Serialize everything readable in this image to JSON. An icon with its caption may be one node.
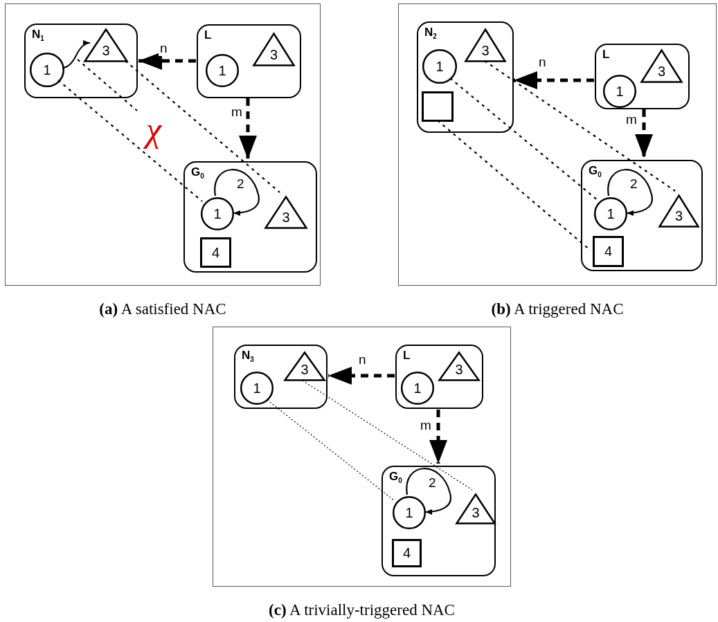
{
  "diagram": {
    "nodes": [
      {
        "text": [
          "**(a)** A satisfied NAC"
        ]
      },
      {
        "text": [
          "N$_{1}$"
        ],
        "in": 0
      },
      {
        "text": [
          "1"
        ],
        "in": 1
      },
      {
        "text": [
          "3"
        ],
        "in": 1
      },
      {
        "text": [
          "L"
        ],
        "in": 0
      },
      {
        "text": [
          "1"
        ],
        "in": 4
      },
      {
        "text": [
          "3"
        ],
        "in": 4
      },
      {
        "text": [
          "G$_{0}$"
        ],
        "in": 0
      },
      {
        "text": [
          "1"
        ],
        "in": 7
      },
      {
        "text": [
          "3"
        ],
        "in": 7
      },
      {
        "text": [
          "4"
        ],
        "in": 7
      },
      {
        "text": [
          "χ"
        ],
        "in": 0
      },
      {
        "text": [
          "**(b)** A triggered NAC"
        ]
      },
      {
        "text": [
          "N$_{2}$"
        ],
        "in": 12
      },
      {
        "text": [
          "1"
        ],
        "in": 13
      },
      {
        "text": [
          "3"
        ],
        "in": 13
      },
      {
        "text": [],
        "shape": "box",
        "in": 13
      },
      {
        "text": [
          "L"
        ],
        "in": 12
      },
      {
        "text": [
          "1"
        ],
        "in": 17
      },
      {
        "text": [
          "3"
        ],
        "in": 17
      },
      {
        "text": [
          "G$_{0}$"
        ],
        "in": 12
      },
      {
        "text": [
          "1"
        ],
        "in": 20
      },
      {
        "text": [
          "3"
        ],
        "in": 20
      },
      {
        "text": [
          "4"
        ],
        "in": 20
      },
      {
        "text": [
          "**(c)** A trivially-triggered NAC"
        ]
      },
      {
        "text": [
          "N$_{3}$"
        ],
        "in": 24
      },
      {
        "text": [
          "1"
        ],
        "in": 25
      },
      {
        "text": [
          "3"
        ],
        "in": 25
      },
      {
        "text": [
          "L"
        ],
        "in": 24
      },
      {
        "text": [
          "1"
        ],
        "in": 28
      },
      {
        "text": [
          "3"
        ],
        "in": 28
      },
      {
        "text": [
          "G$_{0}$"
        ],
        "in": 24
      },
      {
        "text": [
          "1"
        ],
        "in": 31
      },
      {
        "text": [
          "3"
        ],
        "in": 31
      },
      {
        "text": [
          "4"
        ],
        "in": 31
      }
    ],
    "edges": [
      {
        "from": 4,
        "to": 1,
        "arrow": "to",
        "label": "n",
        "style": "dashed"
      },
      {
        "from": 4,
        "to": 7,
        "arrow": "to",
        "label": "m",
        "style": "dashed"
      },
      {
        "from": 2,
        "to": 3,
        "arrow": "to"
      },
      {
        "from": 8,
        "to": 8,
        "arrow": "to",
        "label": "2"
      },
      {
        "from": 2,
        "to": 8,
        "arrow": "none",
        "style": "dashed"
      },
      {
        "from": 3,
        "to": 9,
        "arrow": "none",
        "style": "dashed"
      },
      {
        "from": 3,
        "to": 11,
        "arrow": "none",
        "style": "dashed"
      },
      {
        "from": 17,
        "to": 13,
        "arrow": "to",
        "label": "n",
        "style": "dashed"
      },
      {
        "from": 17,
        "to": 20,
        "arrow": "to",
        "label": "m",
        "style": "dashed"
      },
      {
        "from": 21,
        "to": 21,
        "arrow": "to",
        "label": "2"
      },
      {
        "from": 15,
        "to": 22,
        "arrow": "none",
        "style": "dashed"
      },
      {
        "from": 14,
        "to": 21,
        "arrow": "none",
        "style": "dashed"
      },
      {
        "from": 16,
        "to": 23,
        "arrow": "none",
        "style": "dashed"
      },
      {
        "from": 28,
        "to": 25,
        "arrow": "to",
        "label": "n",
        "style": "dashed"
      },
      {
        "from": 28,
        "to": 31,
        "arrow": "to",
        "label": "m",
        "style": "dashed"
      },
      {
        "from": 32,
        "to": 32,
        "arrow": "to",
        "label": "2"
      },
      {
        "from": 27,
        "to": 33,
        "arrow": "none",
        "style": "dashed"
      },
      {
        "from": 26,
        "to": 32,
        "arrow": "none",
        "style": "dashed"
      }
    ]
  }
}
